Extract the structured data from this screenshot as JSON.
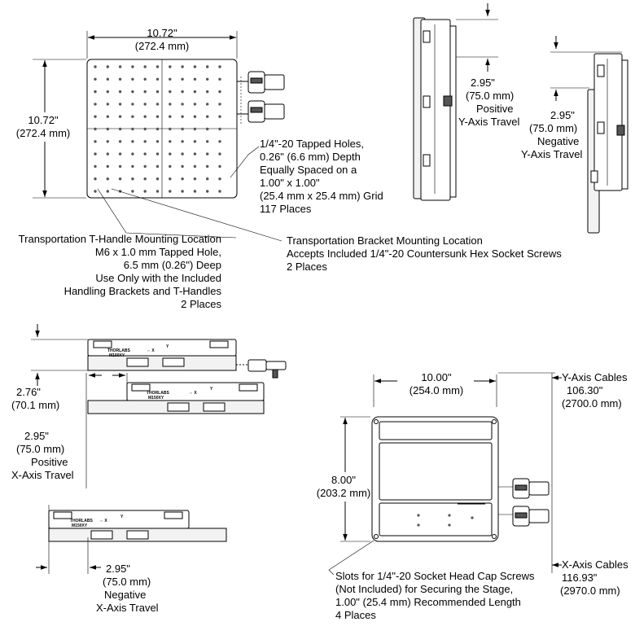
{
  "top_view": {
    "width_dim": "10.72\"",
    "width_dim_mm": "(272.4 mm)",
    "height_dim": "10.72\"",
    "height_dim_mm": "(272.4 mm)",
    "tapped_holes_note": [
      "1/4\"-20 Tapped Holes,",
      "0.26\" (6.6 mm) Depth",
      "Equally Spaced on a",
      "1.00\" x 1.00\"",
      "(25.4 mm x 25.4 mm) Grid",
      "117 Places"
    ],
    "t_handle_note": [
      "Transportation T-Handle Mounting Location",
      "M6 x 1.0 mm Tapped Hole,",
      "6.5 mm (0.26\") Deep",
      "Use Only with the Included",
      "Handling Brackets and T-Handles",
      "2 Places"
    ],
    "bracket_note": [
      "Transportation Bracket Mounting Location",
      "Accepts Included 1/4\"-20 Countersunk Hex Socket Screws",
      "2 Places"
    ]
  },
  "y_travel": {
    "positive": [
      "2.95\"",
      "(75.0 mm)",
      "Positive",
      "Y-Axis Travel"
    ],
    "negative": [
      "2.95\"",
      "(75.0 mm)",
      "Negative",
      "Y-Axis Travel"
    ]
  },
  "side_view": {
    "height_dim": "2.76\"",
    "height_dim_mm": "(70.1 mm)",
    "brand": "THORLABS",
    "model": "M150XY",
    "axis_x": "⇔ X",
    "axis_y": "Y"
  },
  "x_travel": {
    "positive": [
      "2.95\"",
      "(75.0 mm)",
      "Positive",
      "X-Axis Travel"
    ],
    "negative": [
      "2.95\"",
      "(75.0 mm)",
      "Negative",
      "X-Axis Travel"
    ]
  },
  "bottom_view": {
    "width_dim": "10.00\"",
    "width_dim_mm": "(254.0 mm)",
    "height_dim": "8.00\"",
    "height_dim_mm": "(203.2 mm)",
    "y_cables": [
      "Y-Axis Cables",
      "106.30\"",
      "(2700.0 mm)"
    ],
    "x_cables": [
      "X-Axis Cables",
      "116.93\"",
      "(2970.0 mm)"
    ],
    "slots_note": [
      "Slots for 1/4\"-20 Socket Head Cap Screws",
      "(Not Included) for Securing the Stage,",
      "1.00\" (25.4 mm) Recommended Length",
      "4 Places"
    ]
  }
}
